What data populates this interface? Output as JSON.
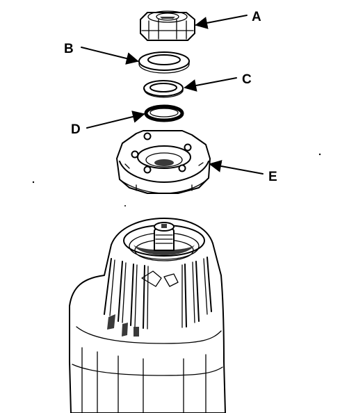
{
  "parts": [
    {
      "id": "A",
      "label": "A",
      "part": "nut"
    },
    {
      "id": "B",
      "label": "B",
      "part": "washer"
    },
    {
      "id": "C",
      "label": "C",
      "part": "ring"
    },
    {
      "id": "D",
      "label": "D",
      "part": "o-ring"
    },
    {
      "id": "E",
      "label": "E",
      "part": "housing-cover"
    }
  ],
  "colors": {
    "ink": "#000000",
    "paper": "#ffffff"
  }
}
